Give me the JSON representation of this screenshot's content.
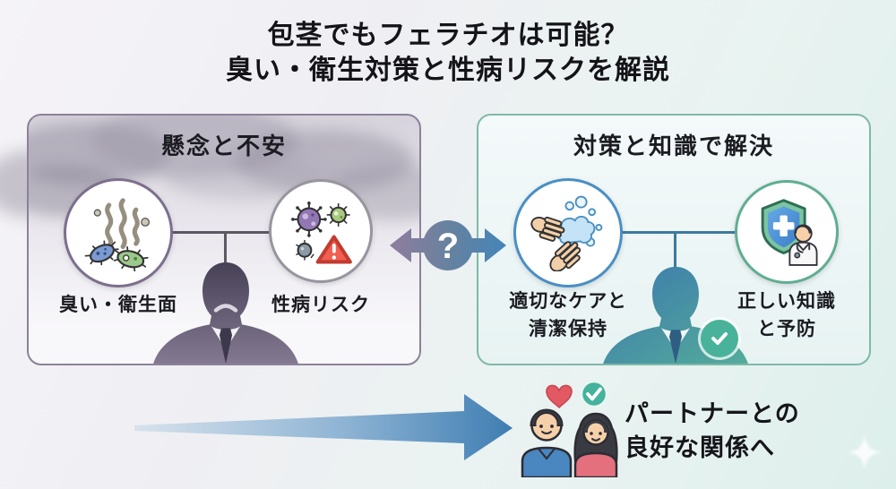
{
  "title": {
    "line1": "包茎でもフェラチオは可能？",
    "line2": "臭い・衛生対策と性病リスクを解説"
  },
  "left_panel": {
    "header": "懸念と不安",
    "items": [
      {
        "label": "臭い・衛生面",
        "icon": "odor-bacteria-icon"
      },
      {
        "label": "性病リスク",
        "icon": "std-virus-warning-icon"
      }
    ]
  },
  "connector": {
    "question": "?"
  },
  "right_panel": {
    "header": "対策と知識で解決",
    "items": [
      {
        "label_line1": "適切なケアと",
        "label_line2": "清潔保持",
        "icon": "handwashing-icon"
      },
      {
        "label_line1": "正しい知識",
        "label_line2": "と予防",
        "icon": "shield-doctor-icon"
      }
    ]
  },
  "outcome": {
    "line1": "パートナーとの",
    "line2": "良好な関係へ",
    "icon": "couple-heart-check-icon"
  },
  "colors": {
    "left_accent": "#8d8199",
    "right_accent": "#7fb9a7",
    "arrow_blue": "#3f7eb2",
    "warning_red": "#f15f52",
    "check_green": "#49b29b",
    "heart_red": "#e25963"
  }
}
